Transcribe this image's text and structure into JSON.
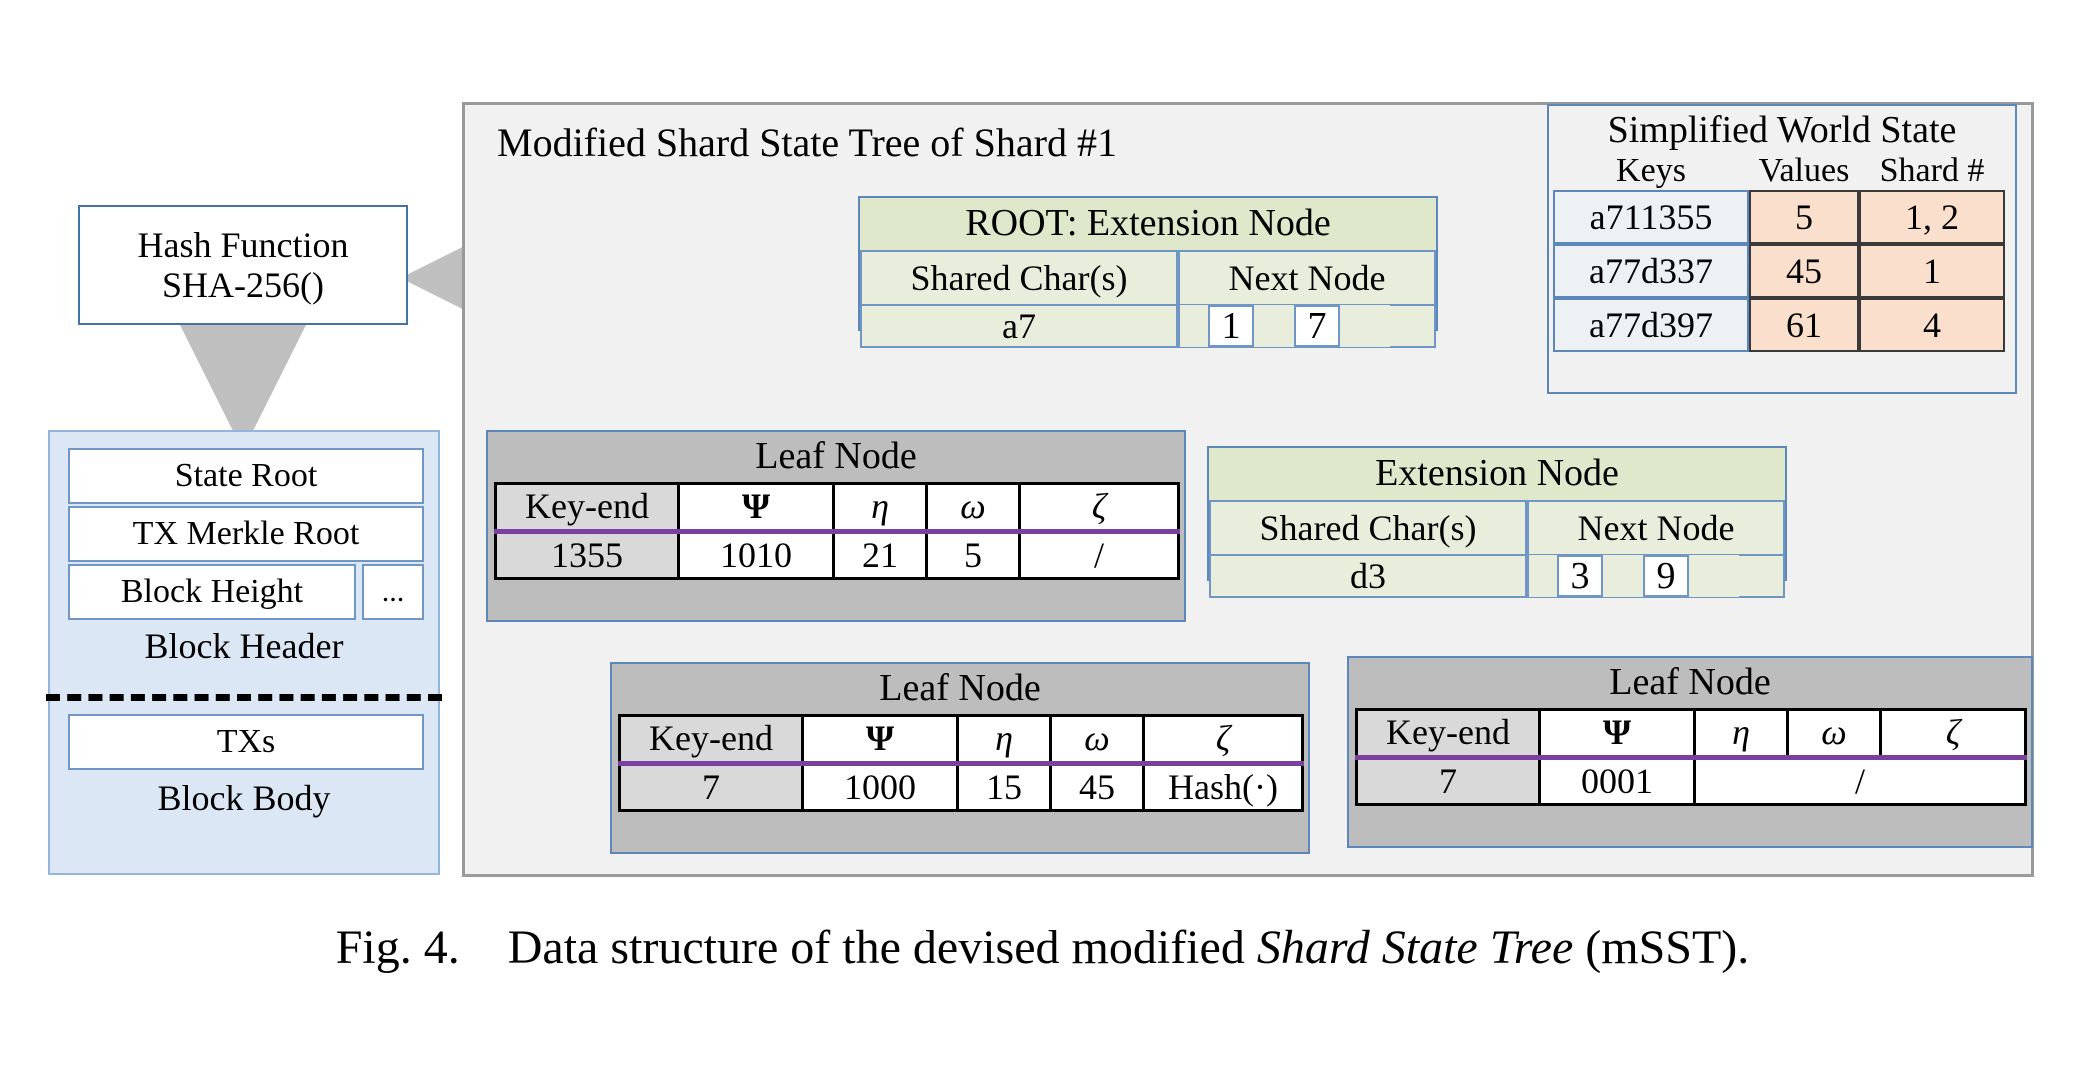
{
  "hash_box": {
    "line1": "Hash Function",
    "line2": "SHA-256()"
  },
  "block": {
    "fields": [
      "State Root",
      "TX Merkle Root",
      "Block Height"
    ],
    "ellipsis": "...",
    "header_label": "Block Header",
    "txs_label": "TXs",
    "body_label": "Block Body"
  },
  "main_panel": {
    "title": "Modified Shard State Tree of Shard #1"
  },
  "root_node": {
    "title": "ROOT: Extension Node",
    "col_shared": "Shared Char(s)",
    "col_next": "Next Node",
    "shared_value": "a7",
    "next_slots": [
      "1",
      "7"
    ]
  },
  "extension_node": {
    "title": "Extension Node",
    "col_shared": "Shared Char(s)",
    "col_next": "Next Node",
    "shared_value": "d3",
    "next_slots": [
      "3",
      "9"
    ]
  },
  "leaf_nodes": [
    {
      "title": "Leaf Node",
      "headers": [
        "Key-end",
        "Ψ",
        "η",
        "ω",
        "ζ"
      ],
      "values": [
        "1355",
        "1010",
        "21",
        "5",
        "/"
      ],
      "merged_tail": false
    },
    {
      "title": "Leaf Node",
      "headers": [
        "Key-end",
        "Ψ",
        "η",
        "ω",
        "ζ"
      ],
      "values": [
        "7",
        "1000",
        "15",
        "45",
        "Hash(·)"
      ],
      "merged_tail": false
    },
    {
      "title": "Leaf Node",
      "headers": [
        "Key-end",
        "Ψ",
        "η",
        "ω",
        "ζ"
      ],
      "values": [
        "7",
        "0001",
        "/"
      ],
      "merged_tail": true
    }
  ],
  "world_state": {
    "title": "Simplified World State",
    "headers": [
      "Keys",
      "Values",
      "Shard #"
    ],
    "rows": [
      {
        "key": "a711355",
        "value": "5",
        "shard": "1, 2"
      },
      {
        "key": "a77d337",
        "value": "45",
        "shard": "1"
      },
      {
        "key": "a77d397",
        "value": "61",
        "shard": "4"
      }
    ]
  },
  "caption": {
    "prefix": "Fig. 4.",
    "text_before": "Data structure of the devised modified",
    "emph": "Shard State Tree",
    "text_after": "(mSST)."
  },
  "colors": {
    "panel_bg": "#f1f1f1",
    "extension_header": "#dfe8cb",
    "extension_body": "#e8eedb",
    "leaf_header": "#bdbdbd",
    "leaf_keycol": "#d9d9d9",
    "block_bg": "#dce7f5",
    "world_value_bg": "#fae0cc",
    "purple_rule": "#7b3fa0",
    "gray_arrow": "#bfbfbf",
    "node_border": "#5b87bb"
  }
}
